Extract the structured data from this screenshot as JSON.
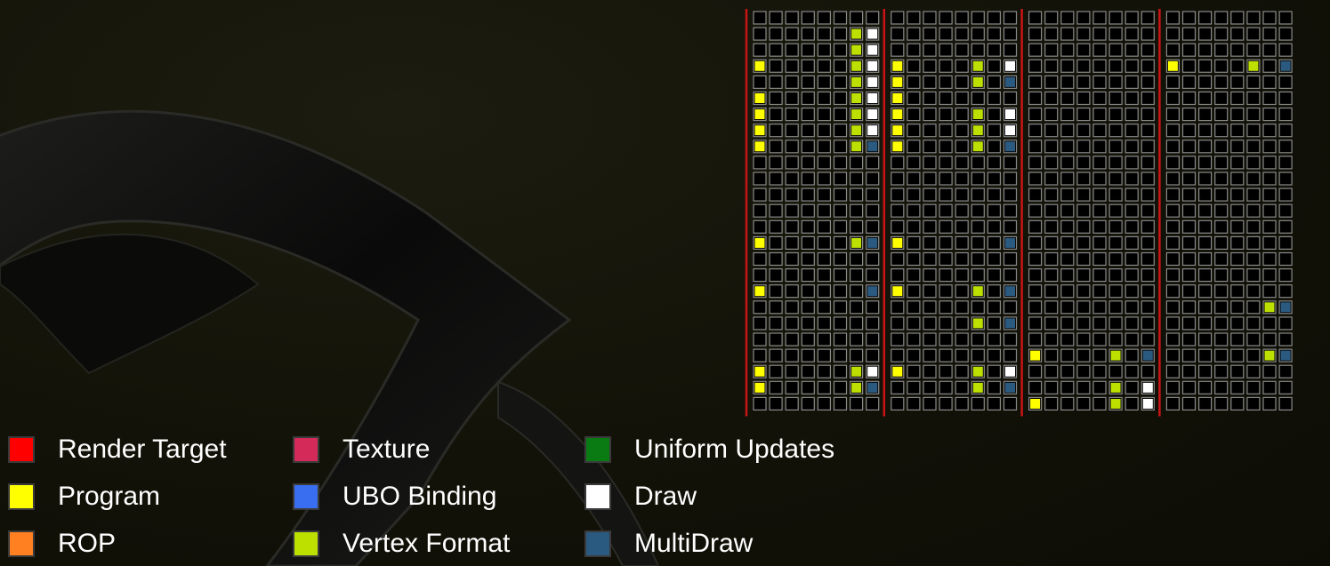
{
  "legend": [
    {
      "label": "Render Target",
      "color": "#ff0000"
    },
    {
      "label": "Program",
      "color": "#ffff00"
    },
    {
      "label": "ROP",
      "color": "#ff8020"
    },
    {
      "label": "Texture",
      "color": "#d42a5a"
    },
    {
      "label": "UBO Binding",
      "color": "#3a6ef0"
    },
    {
      "label": "Vertex Format",
      "color": "#bde000"
    },
    {
      "label": "Uniform Updates",
      "color": "#0a7a12"
    },
    {
      "label": "Draw",
      "color": "#ffffff"
    },
    {
      "label": "MultiDraw",
      "color": "#2a5a80"
    }
  ],
  "grid": {
    "columns_per_panel": 8,
    "rows": 25,
    "colors": {
      "y": "#ffff00",
      "g": "#bde000",
      "w": "#ffffff",
      "b": "#2a5a80"
    },
    "panels": [
      [
        "........",
        "......gw",
        "......gw",
        "y.....gw",
        "......gw",
        "y.....gw",
        "y.....gw",
        "y.....gw",
        "y.....gb",
        "........",
        "........",
        "........",
        "........",
        "........",
        "y.....gb",
        "........",
        "........",
        "y......b",
        "........",
        "........",
        "........",
        "........",
        "y.....gw",
        "y.....gb",
        "........"
      ],
      [
        "........",
        "........",
        "........",
        "y....g.w",
        "y....g.b",
        "y.......",
        "y....g.w",
        "y....g.w",
        "y....g.b",
        "........",
        "........",
        "........",
        "........",
        "........",
        "y......b",
        "........",
        "........",
        "y....g.b",
        "........",
        ".....g.b",
        "........",
        "........",
        "y....g.w",
        ".....g.b",
        "........"
      ],
      [
        "........",
        "........",
        "........",
        "........",
        "........",
        "........",
        "........",
        "........",
        "........",
        "........",
        "........",
        "........",
        "........",
        "........",
        "........",
        "........",
        "........",
        "........",
        "........",
        "........",
        "........",
        "y....g.b",
        "........",
        ".....g.w",
        "y....g.w"
      ],
      [
        "........",
        "........",
        "........",
        "y....g.b",
        "........",
        "........",
        "........",
        "........",
        "........",
        "........",
        "........",
        "........",
        "........",
        "........",
        "........",
        "........",
        "........",
        "........",
        "......gb",
        "........",
        "........",
        "......gb",
        "........",
        "........",
        "........"
      ]
    ]
  }
}
